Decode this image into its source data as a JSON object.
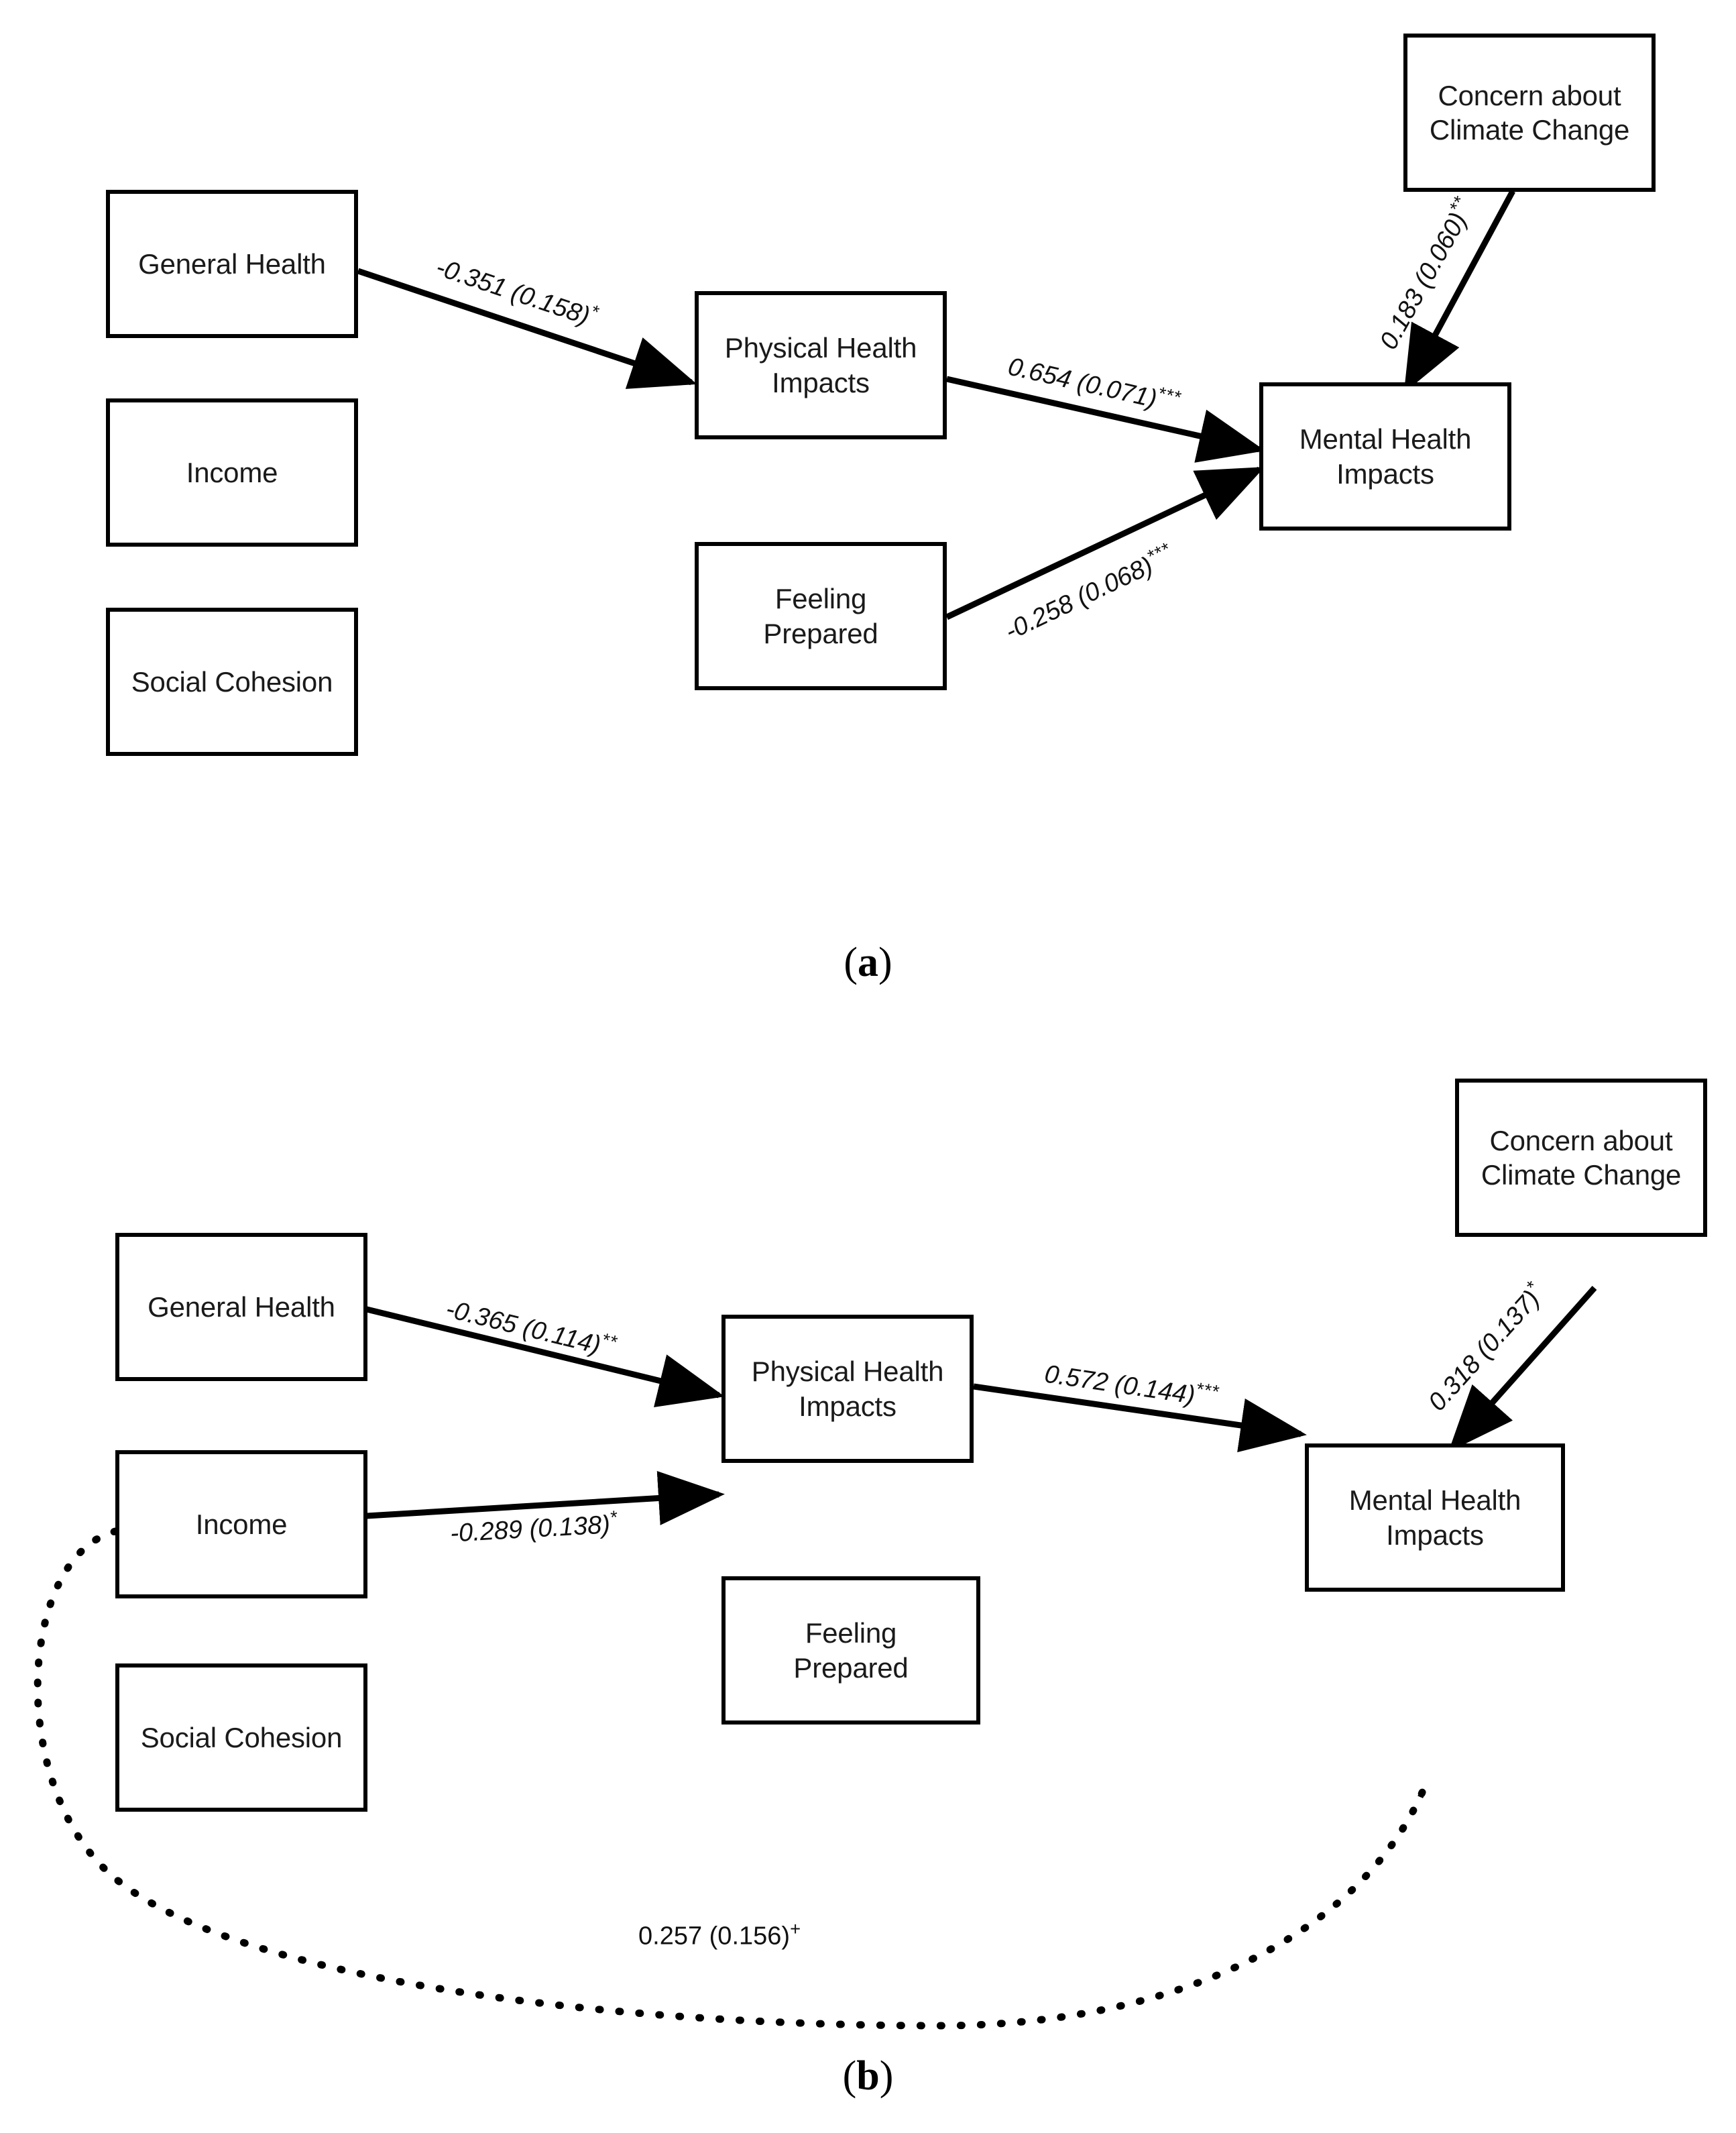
{
  "figure": {
    "type": "path-diagram",
    "panels": [
      {
        "id": "a",
        "caption_prefix": "(",
        "caption_letter": "a",
        "caption_suffix": ")",
        "nodes": [
          {
            "id": "general-health",
            "label": "General Health"
          },
          {
            "id": "income",
            "label": "Income"
          },
          {
            "id": "social-cohesion",
            "label": "Social Cohesion"
          },
          {
            "id": "physical-health-impacts",
            "label": "Physical Health\nImpacts"
          },
          {
            "id": "feeling-prepared",
            "label": "Feeling\nPrepared"
          },
          {
            "id": "concern-climate-change",
            "label": "Concern about\nClimate Change"
          },
          {
            "id": "mental-health-impacts",
            "label": "Mental Health\nImpacts"
          }
        ],
        "edges": [
          {
            "id": "gh-phi",
            "from": "general-health",
            "to": "physical-health-impacts",
            "estimate": "-0.351",
            "se": "0.158",
            "stars": "*",
            "label": "-0.351 (0.158)",
            "style": "solid"
          },
          {
            "id": "phi-mhi",
            "from": "physical-health-impacts",
            "to": "mental-health-impacts",
            "estimate": "0.654",
            "se": "0.071",
            "stars": "***",
            "label": "0.654 (0.071)",
            "style": "solid"
          },
          {
            "id": "fp-mhi",
            "from": "feeling-prepared",
            "to": "mental-health-impacts",
            "estimate": "-0.258",
            "se": "0.068",
            "stars": "***",
            "label": "-0.258 (0.068)",
            "style": "solid"
          },
          {
            "id": "ccc-mhi",
            "from": "concern-climate-change",
            "to": "mental-health-impacts",
            "estimate": "0.183",
            "se": "0.060",
            "stars": "**",
            "label": "0.183 (0.060)",
            "style": "solid"
          }
        ]
      },
      {
        "id": "b",
        "caption_prefix": "(",
        "caption_letter": "b",
        "caption_suffix": ")",
        "nodes": [
          {
            "id": "general-health",
            "label": "General Health"
          },
          {
            "id": "income",
            "label": "Income"
          },
          {
            "id": "social-cohesion",
            "label": "Social Cohesion"
          },
          {
            "id": "physical-health-impacts",
            "label": "Physical Health\nImpacts"
          },
          {
            "id": "feeling-prepared",
            "label": "Feeling\nPrepared"
          },
          {
            "id": "concern-climate-change",
            "label": "Concern about\nClimate Change"
          },
          {
            "id": "mental-health-impacts",
            "label": "Mental Health\nImpacts"
          }
        ],
        "edges": [
          {
            "id": "gh-phi",
            "from": "general-health",
            "to": "physical-health-impacts",
            "estimate": "-0.365",
            "se": "0.114",
            "stars": "**",
            "label": "-0.365 (0.114)",
            "style": "solid"
          },
          {
            "id": "phi-mhi",
            "from": "physical-health-impacts",
            "to": "mental-health-impacts",
            "estimate": "0.572",
            "se": "0.144",
            "stars": "***",
            "label": "0.572 (0.144)",
            "style": "solid"
          },
          {
            "id": "ccc-mhi",
            "from": "concern-climate-change",
            "to": "mental-health-impacts",
            "estimate": "0.318",
            "se": "0.137",
            "stars": "*",
            "label": "0.318 (0.137)",
            "style": "solid"
          },
          {
            "id": "sc-fp",
            "from": "social-cohesion",
            "to": "feeling-prepared",
            "estimate": "-0.289",
            "se": "0.138",
            "stars": "*",
            "label": "-0.289 (0.138)",
            "style": "solid"
          },
          {
            "id": "inc-mhi",
            "from": "income",
            "to": "mental-health-impacts",
            "estimate": "0.257",
            "se": "0.156",
            "stars": "+",
            "label": "0.257 (0.156)",
            "style": "dotted"
          }
        ]
      }
    ]
  },
  "colors": {
    "stroke": "#000000",
    "background": "#ffffff",
    "text": "#1a1a1a"
  }
}
